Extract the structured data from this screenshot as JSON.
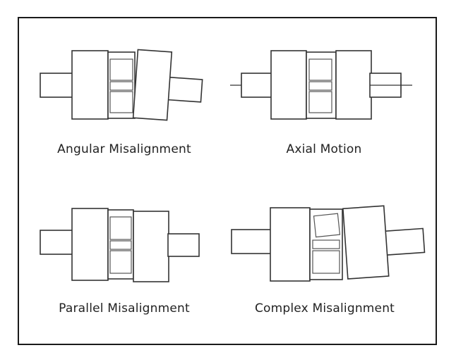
{
  "panels": [
    {
      "id": "angular",
      "caption": "Angular Misalignment"
    },
    {
      "id": "axial",
      "caption": "Axial Motion"
    },
    {
      "id": "parallel",
      "caption": "Parallel Misalignment"
    },
    {
      "id": "complex",
      "caption": "Complex Misalignment"
    }
  ]
}
